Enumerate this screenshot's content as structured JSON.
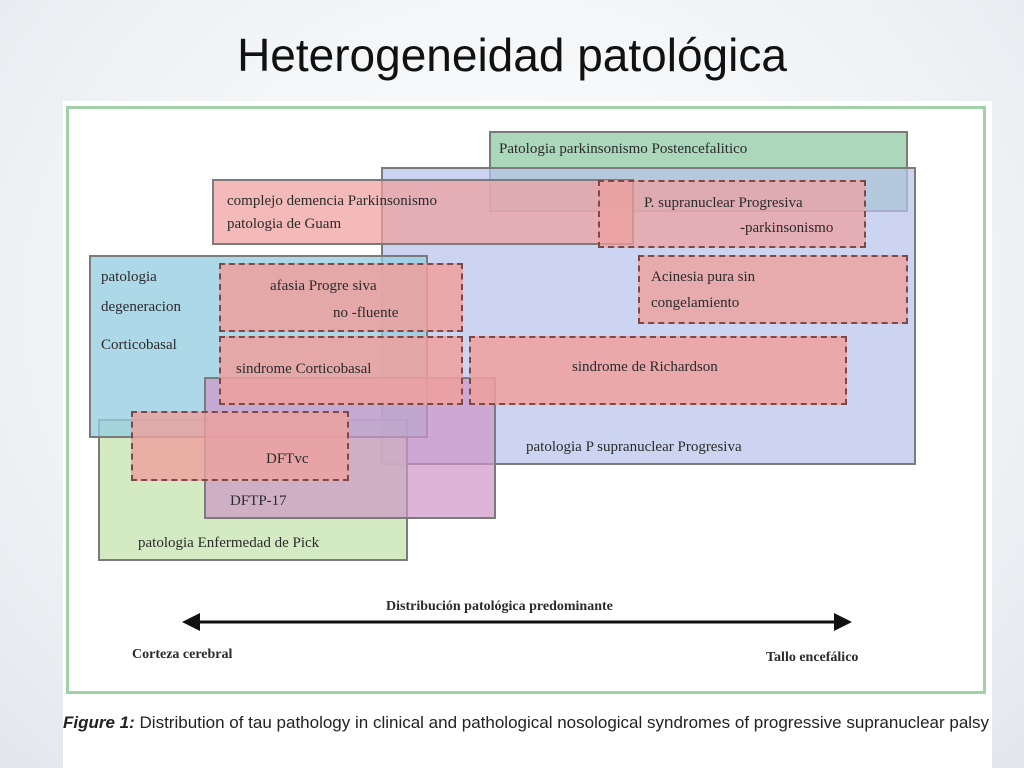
{
  "slide": {
    "title": "Heterogeneidad patológica"
  },
  "diagram": {
    "boxes": {
      "postencefalitico": "Patologia   parkinsonismo   Postencefalitico",
      "psp_pathology": "patologia   P  supranuclear  Progresiva",
      "guam_line1": "complejo demencia Parkinsonismo",
      "guam_line2": "patologia de Guam",
      "psp_parkinsonismo_line1": "P. supranuclear Progresiva",
      "psp_parkinsonismo_line2": "-parkinsonismo",
      "acinesia_line1": "Acinesia pura sin",
      "acinesia_line2": "congelamiento",
      "cbd_line1": "patologia",
      "cbd_line2": "degeneracion",
      "cbd_line3": "Corticobasal",
      "afasia_line1": "afasia  Progre siva",
      "afasia_line2": "no -fluente",
      "corticobasal_syndrome": "sindrome   Corticobasal",
      "richardson": "sindrome   de   Richardson",
      "dftvc": "DFTvc",
      "dftp17": "DFTP-17",
      "pick": "patologia   Enfermedad de Pick"
    },
    "axis": {
      "title": "Distribución patológica predominante",
      "left": "Corteza cerebral",
      "right": "Tallo encefálico"
    }
  },
  "caption": {
    "label": "Figure 1:",
    "text": " Distribution of tau pathology in clinical and pathological nosological syndromes of progressive supranuclear palsy"
  },
  "colors": {
    "green": "#b6dcc3",
    "blue": "#c3cbee",
    "cyan": "#a9dbe9",
    "pink": "#f0aaa8",
    "purple": "#d7a7cf",
    "lightgreen": "#d9ecc9",
    "frame": "#9fd0a6"
  }
}
